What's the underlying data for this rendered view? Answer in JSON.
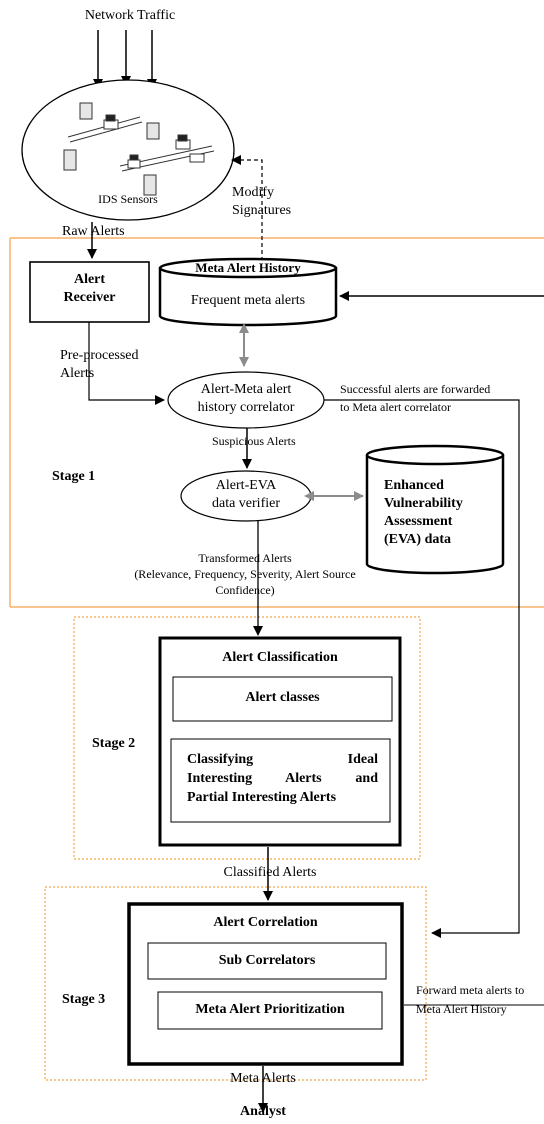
{
  "inputs": {
    "network_traffic": "Network Traffic",
    "ids_sensors": "IDS Sensors",
    "raw_alerts": "Raw Alerts",
    "modify_signatures_1": "Modify",
    "modify_signatures_2": "Signatures"
  },
  "stage1": {
    "title": "Stage 1",
    "alert_receiver_1": "Alert",
    "alert_receiver_2": "Receiver",
    "meta_alert_history_title": "Meta Alert History",
    "meta_alert_history_body": "Frequent meta alerts",
    "preprocessed_1": "Pre-processed",
    "preprocessed_2": "Alerts",
    "correlator_1": "Alert-Meta alert",
    "correlator_2": "history correlator",
    "successful_1": "Successful alerts are forwarded",
    "successful_2": "to Meta alert correlator",
    "suspicious_alerts": "Suspicious Alerts",
    "verifier_1": "Alert-EVA",
    "verifier_2": "data verifier",
    "eva_1": "Enhanced",
    "eva_2": "Vulnerability",
    "eva_3": "Assessment",
    "eva_4": "(EVA) data",
    "transformed_1": "Transformed Alerts",
    "transformed_2": "(Relevance, Frequency, Severity, Alert Source",
    "transformed_3": "Confidence)"
  },
  "stage2": {
    "title": "Stage 2",
    "box_title": "Alert Classification",
    "alert_classes": "Alert classes",
    "classifying_1": "Classifying Ideal",
    "classifying_2": "Interesting Alerts and",
    "classifying_3": "Partial Interesting Alerts",
    "classified_alerts": "Classified Alerts"
  },
  "stage3": {
    "title": "Stage 3",
    "box_title": "Alert Correlation",
    "sub_correlators": "Sub Correlators",
    "prioritization": "Meta Alert Prioritization",
    "forward_1": "Forward meta alerts to",
    "forward_2": "Meta Alert History",
    "meta_alerts": "Meta Alerts",
    "analyst": "Analyst"
  },
  "colors": {
    "stage1_border": "#f5a04a",
    "stage_dotted": "#f0a64a",
    "gray_arrow": "#8c8c8c",
    "line": "#000000"
  }
}
